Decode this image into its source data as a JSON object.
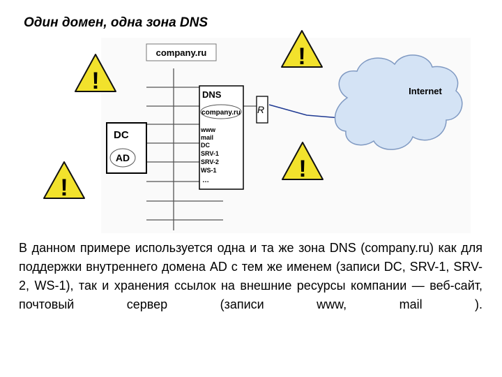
{
  "title": "Один домен, одна зона DNS",
  "diagram": {
    "domain_box": "company.ru",
    "dns_server": {
      "title": "DNS",
      "zone": "company.ru",
      "records": [
        "www",
        "mail",
        "DC",
        "SRV-1",
        "SRV-2",
        "WS-1",
        "…"
      ]
    },
    "dc_server": {
      "title": "DC",
      "role": "AD"
    },
    "router": "R",
    "cloud": "Internet",
    "warning_glyph": "!",
    "icons": [
      "warning-icon",
      "cloud-icon",
      "router-icon",
      "server-icon"
    ],
    "colors": {
      "warning_fill": "#f2e22c",
      "cloud_fill": "#d4e3f5",
      "cloud_stroke": "#7f99c2",
      "link": "#1f3a93"
    }
  },
  "description": "В данном примере используется одна и та же зона DNS (company.ru) как для поддержки внутреннего домена AD с тем же именем (записи DC, SRV-1, SRV-2, WS-1), так и хранения ссылок на внешние ресурсы компании — веб-сайт, почтовый сервер (записи www, mail )."
}
